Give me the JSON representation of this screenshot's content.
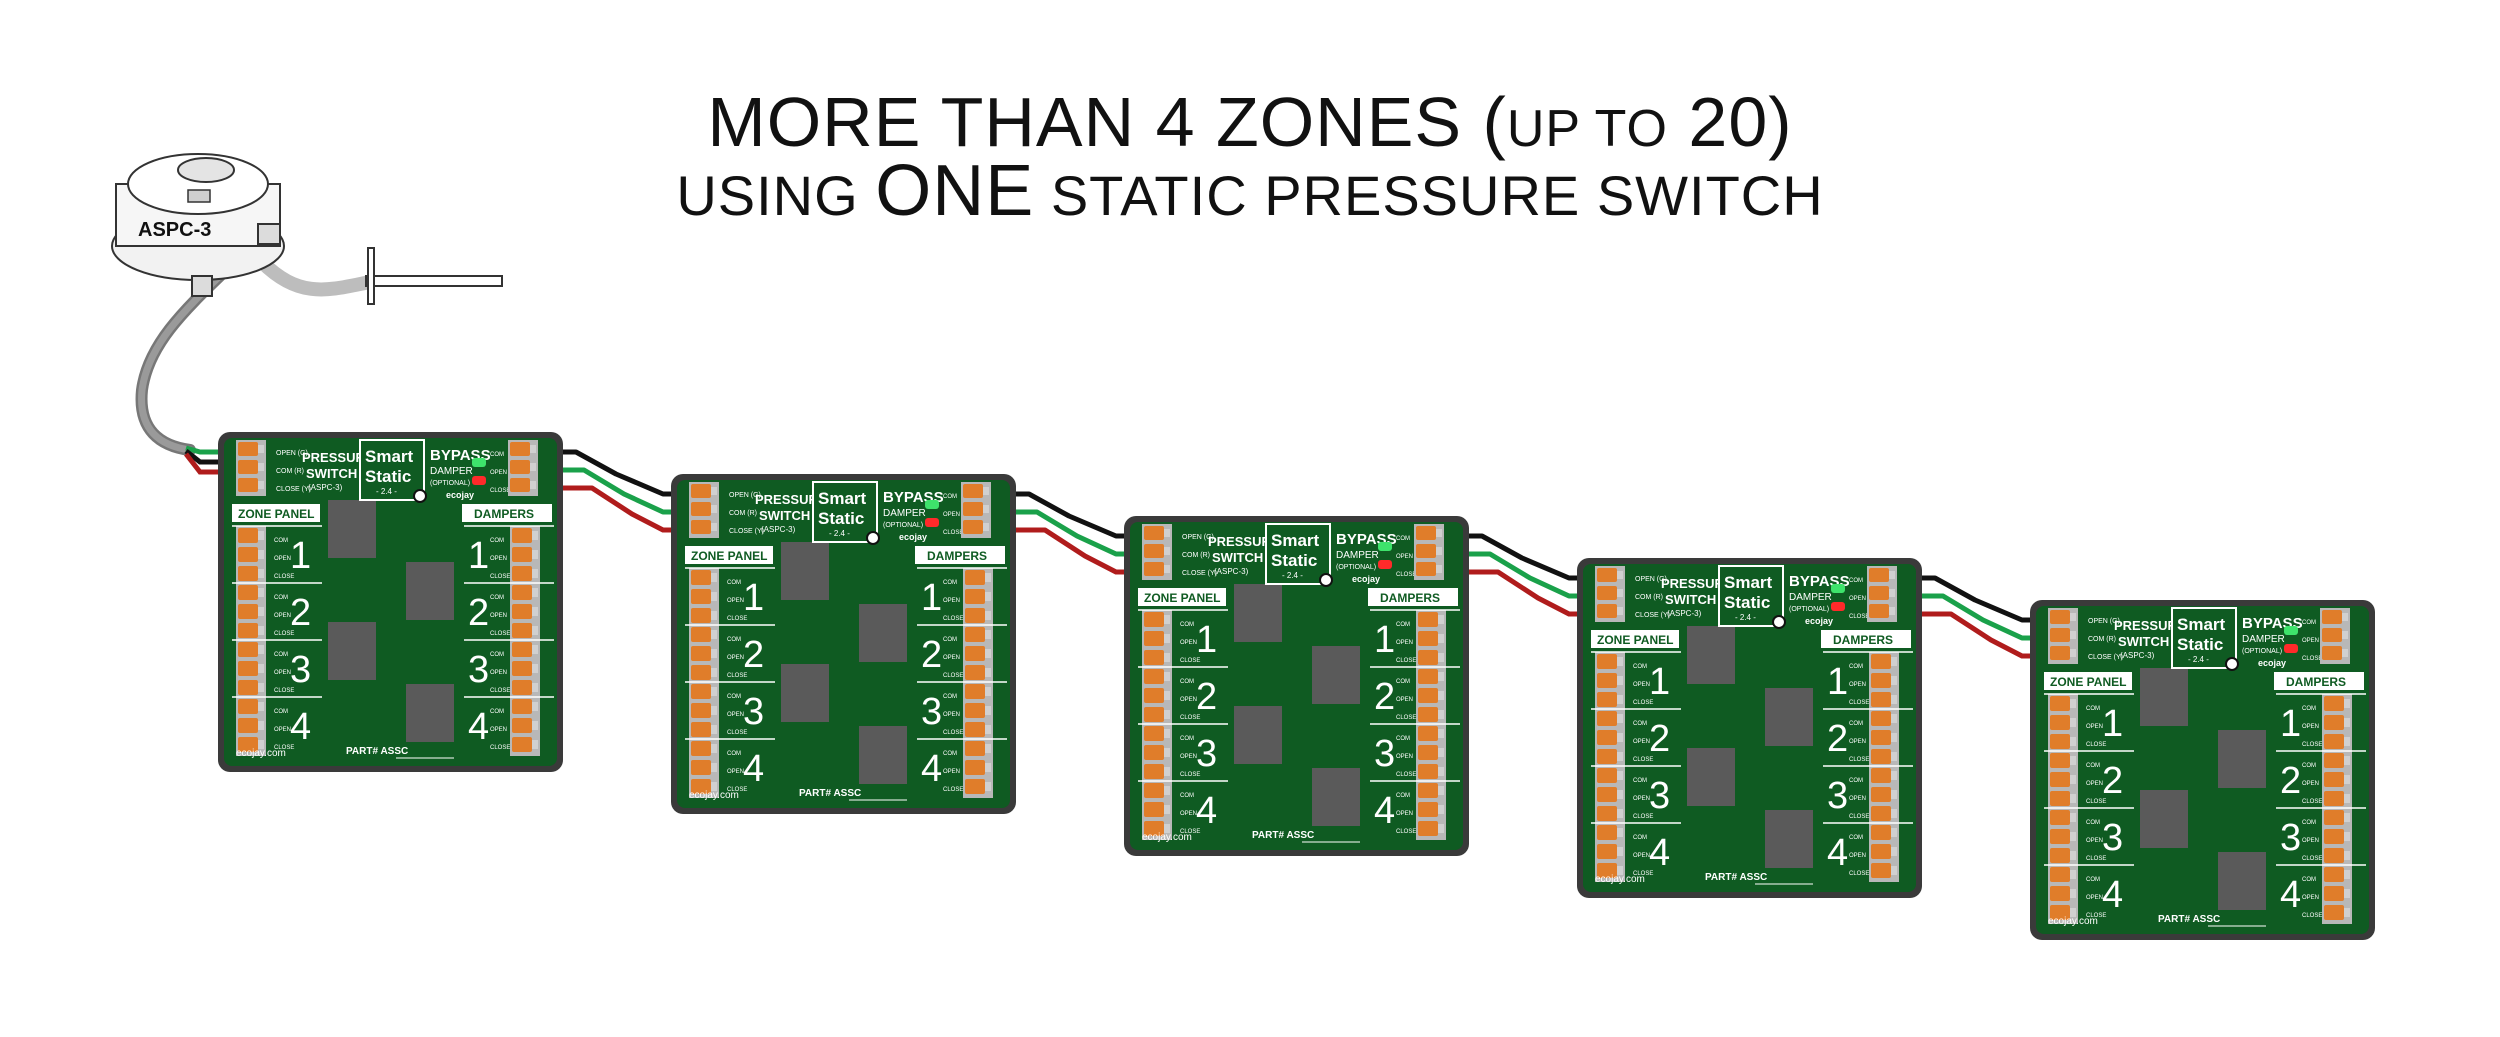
{
  "title": {
    "line1_pre": "MORE THAN 4 ZONES (",
    "line1_small": "UP TO",
    "line1_post": " 20)",
    "line2_pre": "USING ",
    "line2_big": "ONE",
    "line2_post": " STATIC PRESSURE SWITCH"
  },
  "sensor": {
    "label": "ASPC-3"
  },
  "colors": {
    "board_frame": "#3a3a3a",
    "board": "#0f5b22",
    "terminal": "#e07d2a",
    "terminal_strip": "#b8b8b8",
    "chip": "#5a5a5a",
    "wire_green": "#1aa14a",
    "wire_black": "#111111",
    "wire_red": "#b01c1c",
    "led_green": "#3ee36b",
    "led_red": "#ff2a2a"
  },
  "panel": {
    "open_g": "OPEN (G)",
    "com_r": "COM (R)",
    "close_y": "CLOSE (Y)",
    "pressure": "PRESSURE",
    "switch": "SWITCH",
    "aspc": "(ASPC-3)",
    "brand1": "Smart",
    "brand2": "Static",
    "version": "- 2.4 -",
    "bypass": "BYPASS",
    "damper": "DAMPER",
    "optional": "(OPTIONAL)",
    "ecojay": "ecojay",
    "com": "COM",
    "open": "OPEN",
    "close": "CLOSE",
    "zone_panel": "ZONE PANEL",
    "dampers": "DAMPERS",
    "zones": [
      "1",
      "2",
      "3",
      "4"
    ],
    "website": "ecojay.com",
    "part": "PART# ASSC"
  },
  "panels_count": 5
}
